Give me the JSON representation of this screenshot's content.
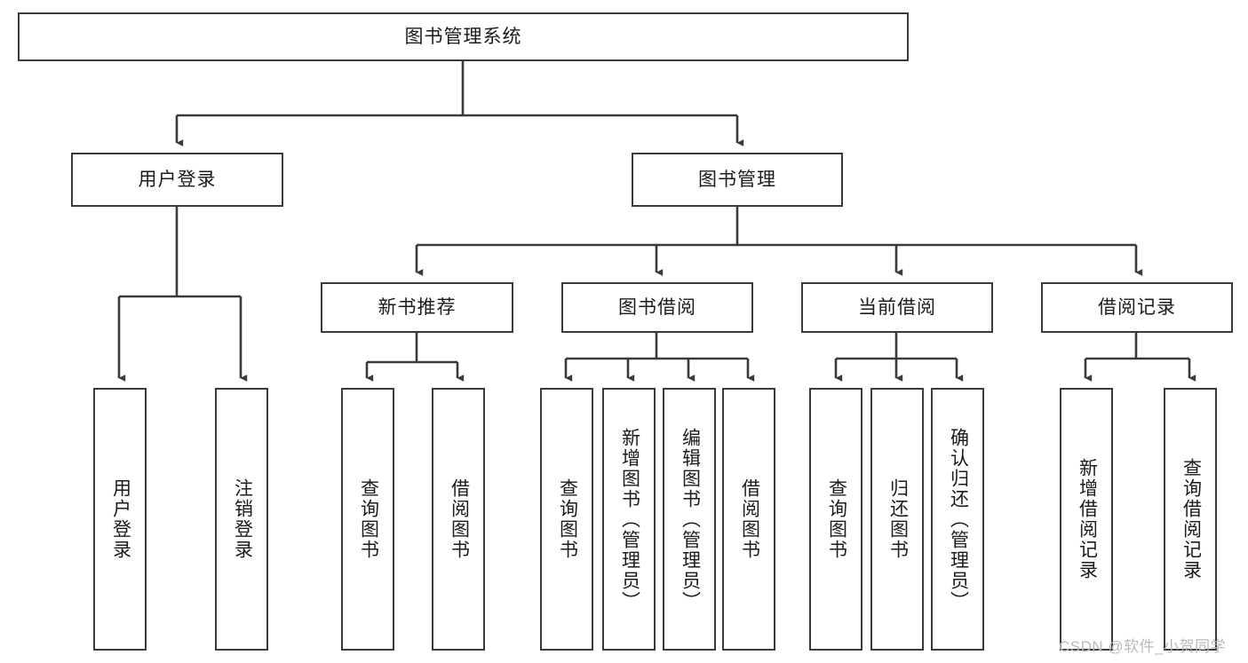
{
  "diagram": {
    "title": "图书管理系统",
    "root": {
      "label": "图书管理系统"
    },
    "level2": [
      {
        "label": "用户登录"
      },
      {
        "label": "图书管理"
      }
    ],
    "level3": [
      {
        "label": "新书推荐"
      },
      {
        "label": "图书借阅"
      },
      {
        "label": "当前借阅"
      },
      {
        "label": "借阅记录"
      }
    ],
    "leaves": {
      "user_login": [
        {
          "label": "用户登录"
        },
        {
          "label": "注销登录"
        }
      ],
      "new_book_recommend": [
        {
          "label": "查询图书"
        },
        {
          "label": "借阅图书"
        }
      ],
      "book_borrow": [
        {
          "label": "查询图书"
        },
        {
          "label": "新增图书（管理员）"
        },
        {
          "label": "编辑图书（管理员）"
        },
        {
          "label": "借阅图书"
        }
      ],
      "current_borrow": [
        {
          "label": "查询图书"
        },
        {
          "label": "归还图书"
        },
        {
          "label": "确认归还（管理员）"
        }
      ],
      "borrow_record": [
        {
          "label": "新增借阅记录"
        },
        {
          "label": "查询借阅记录"
        }
      ]
    }
  },
  "watermark": {
    "text": "CSDN @软件_小贺同学"
  },
  "colors": {
    "box_border": "#3a3a3a",
    "edge": "#3a3a3a",
    "text": "#1b1b1b",
    "background": "#ffffff",
    "watermark": "#b9b9b9"
  }
}
